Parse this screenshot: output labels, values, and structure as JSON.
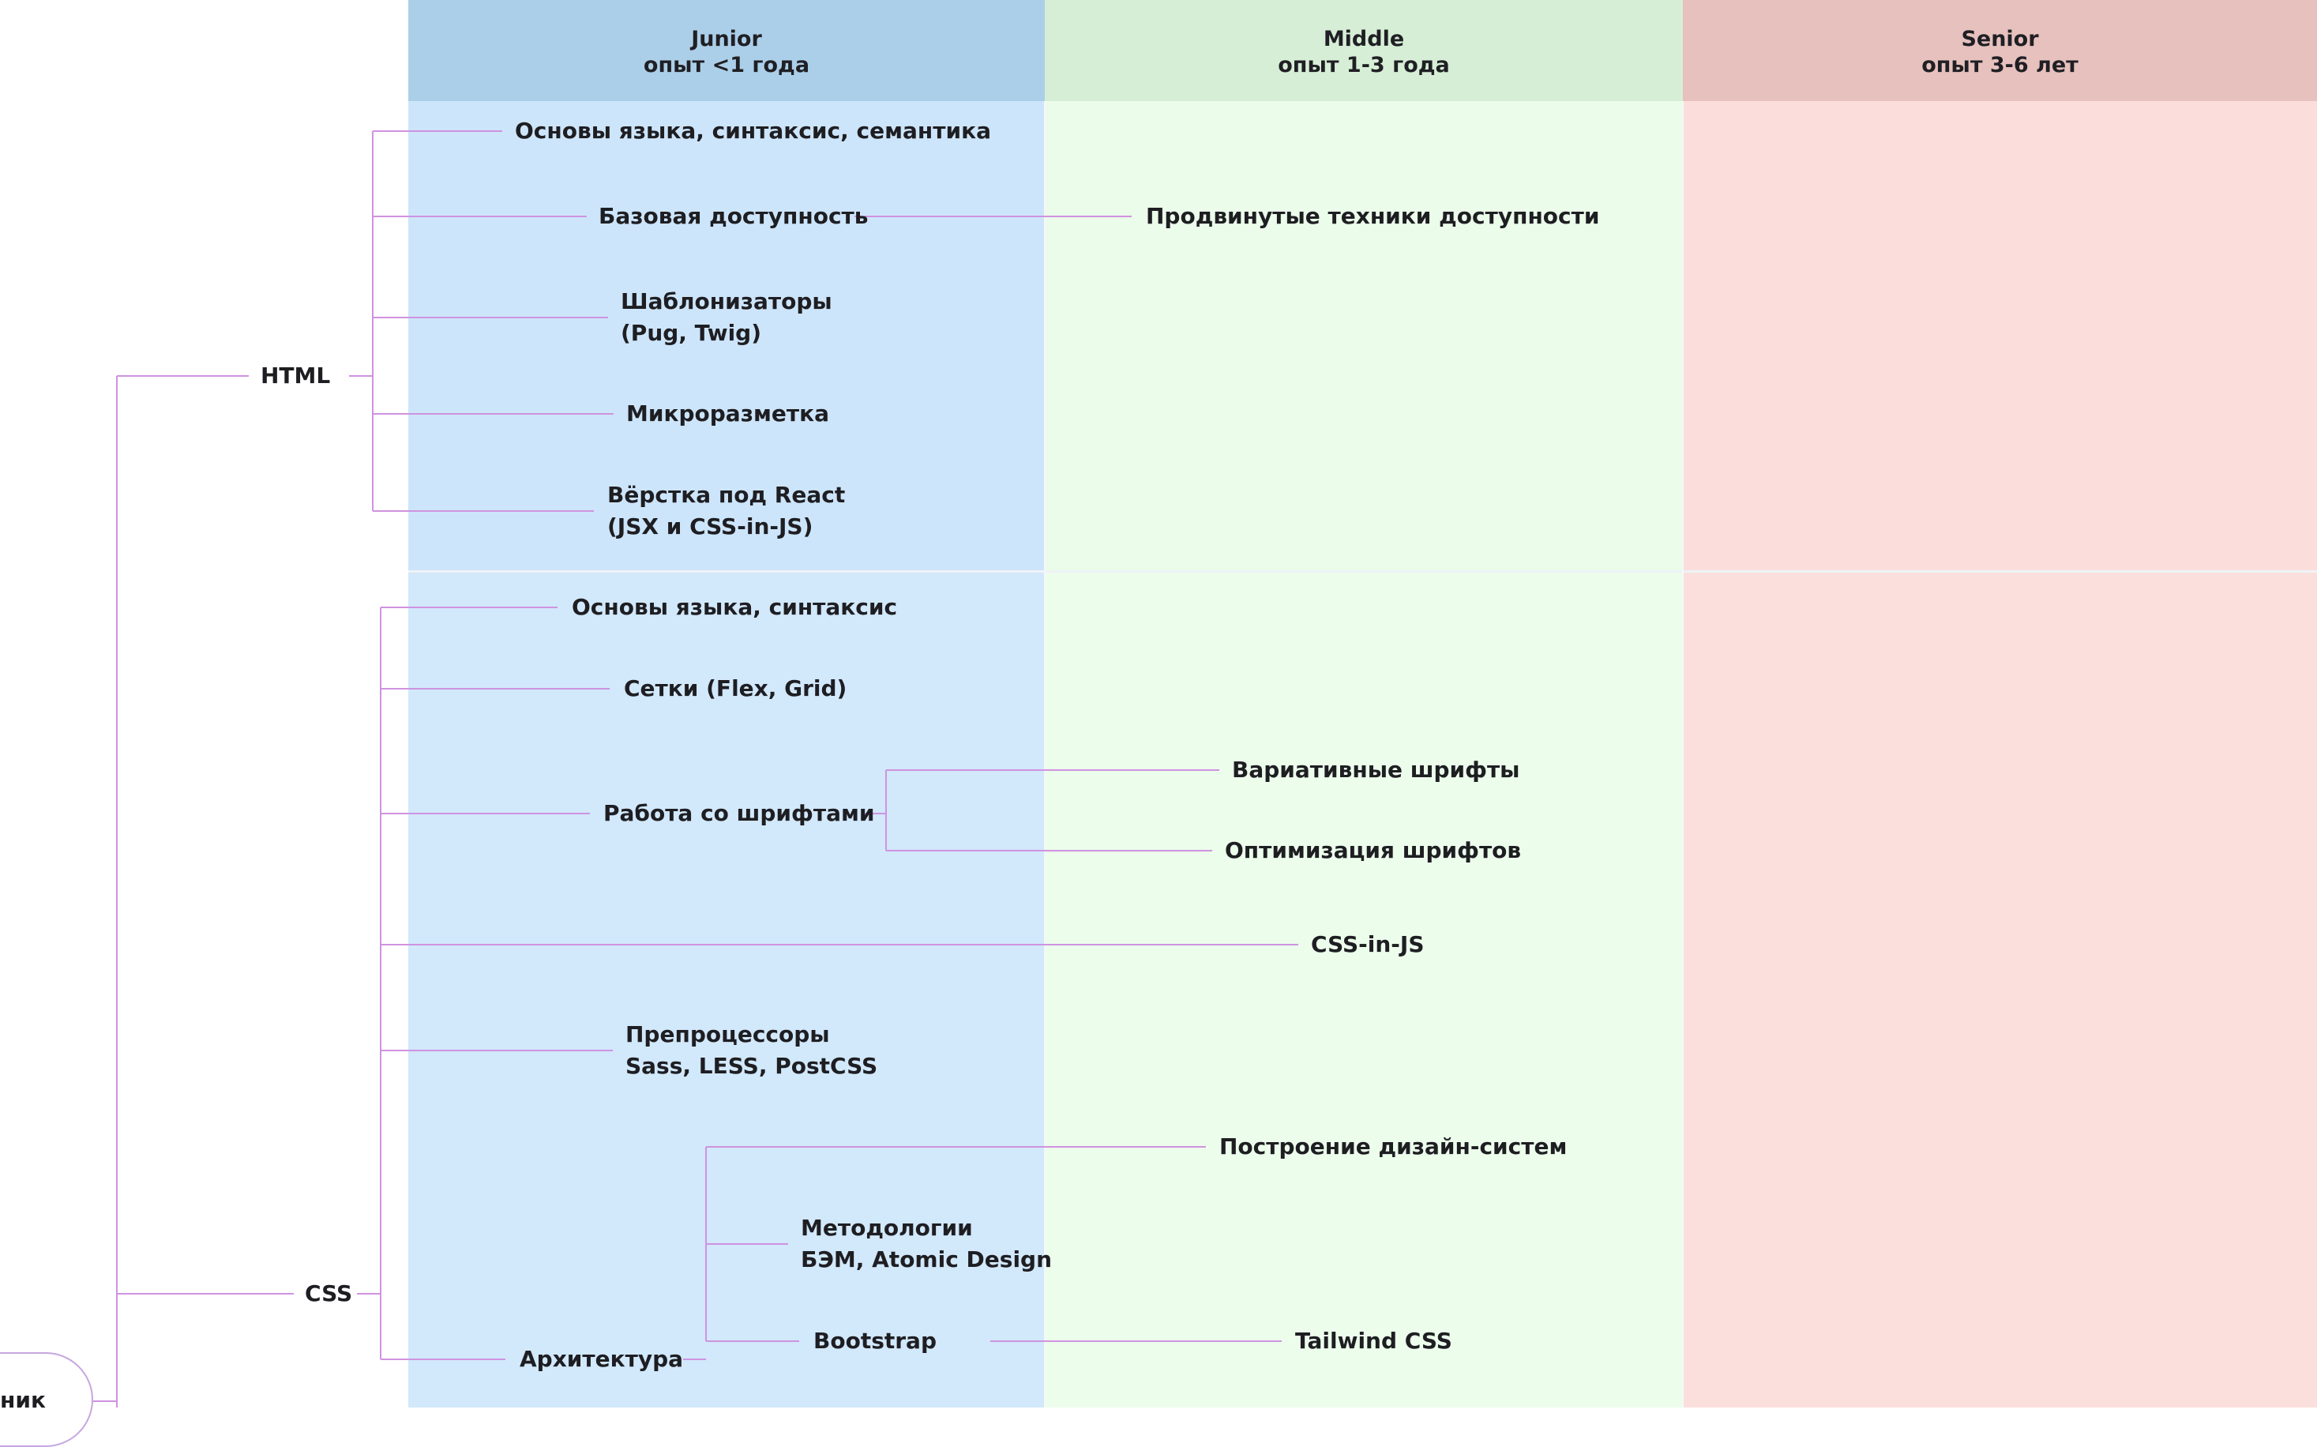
{
  "columns": [
    {
      "title": "Junior",
      "subtitle": "опыт <1 года"
    },
    {
      "title": "Middle",
      "subtitle": "опыт 1-3 года"
    },
    {
      "title": "Senior",
      "subtitle": "опыт 3-6 лет"
    }
  ],
  "root": {
    "label": "ник"
  },
  "html": {
    "label": "HTML",
    "items": [
      {
        "lines": [
          "Основы языка, синтаксис, семантика"
        ]
      },
      {
        "lines": [
          "Базовая доступность"
        ]
      },
      {
        "lines": [
          "Шаблонизаторы",
          "(Pug, Twig)"
        ]
      },
      {
        "lines": [
          "Микроразметка"
        ]
      },
      {
        "lines": [
          "Вёрстка под React",
          "(JSX и CSS-in-JS)"
        ]
      }
    ],
    "middle": {
      "lines": [
        "Продвинутые техники доступности"
      ]
    }
  },
  "css": {
    "label": "CSS",
    "items": [
      {
        "lines": [
          "Основы языка, синтаксис"
        ]
      },
      {
        "lines": [
          "Сетки (Flex, Grid)"
        ]
      },
      {
        "lines": [
          "Работа со шрифтами"
        ]
      },
      {
        "lines": [
          "Препроцессоры",
          "Sass, LESS, PostCSS"
        ]
      },
      {
        "lines": [
          "Архитектура"
        ]
      }
    ],
    "fonts_children": [
      {
        "lines": [
          "Вариативные шрифты"
        ]
      },
      {
        "lines": [
          "Оптимизация шрифтов"
        ]
      }
    ],
    "css_in_js": {
      "lines": [
        "CSS-in-JS"
      ]
    },
    "architecture_children": [
      {
        "lines": [
          "Построение дизайн-систем"
        ]
      },
      {
        "lines": [
          "Методологии",
          "БЭМ, Atomic Design"
        ]
      },
      {
        "lines": [
          "Bootstrap"
        ]
      }
    ],
    "tailwind": {
      "lines": [
        "Tailwind CSS"
      ]
    }
  },
  "colors": {
    "line": "#cf93e0",
    "junior_header": "#accfe9",
    "middle_header": "#d6eed6",
    "senior_header": "#e6c1bd"
  }
}
